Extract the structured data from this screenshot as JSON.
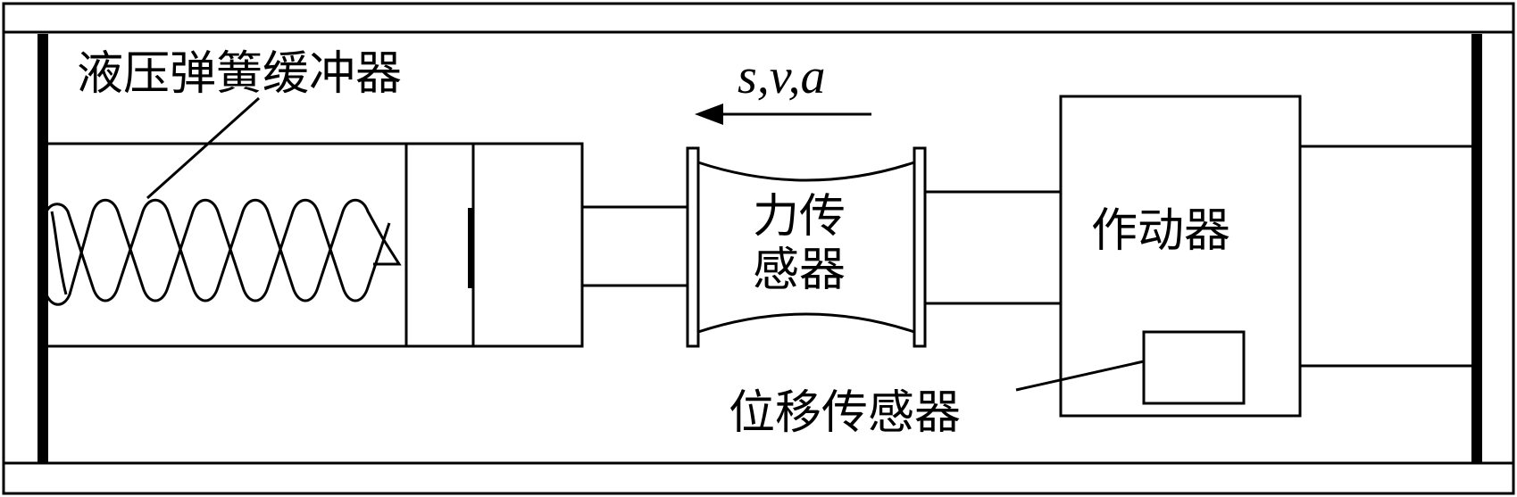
{
  "labels": {
    "hydraulic_buffer": "液压弹簧缓冲器",
    "motion_vars": "s,v,a",
    "force_sensor_line1": "力传",
    "force_sensor_line2": "感器",
    "actuator": "作动器",
    "displacement_sensor": "位移传感器"
  }
}
